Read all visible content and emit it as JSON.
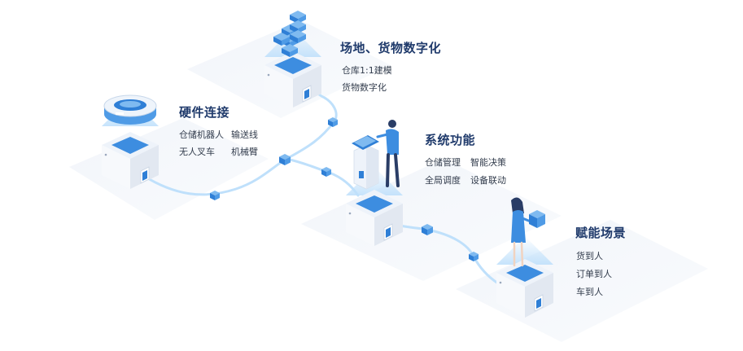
{
  "colors": {
    "accent": "#2f7fd6",
    "accent_light": "#5aa7ee",
    "title": "#1f3a6b",
    "text": "#333d4d",
    "box_top": "#eef3fa",
    "box_side": "#f7f9fc",
    "box_side_dark": "#e2e8f1",
    "platform": "#f3f6fb",
    "path": "#9cc8f0"
  },
  "sections": [
    {
      "id": "digitization",
      "title": "场地、货物数字化",
      "items": [
        "仓库1:1建模",
        "货物数字化"
      ],
      "icon": "server-stack-icon"
    },
    {
      "id": "hardware",
      "title": "硬件连接",
      "items": [
        "仓储机器人",
        "输送线",
        "无人叉车",
        "机械臂"
      ],
      "icon": "robot-icon"
    },
    {
      "id": "system",
      "title": "系统功能",
      "items": [
        "仓储管理",
        "智能决策",
        "全局调度",
        "设备联动"
      ],
      "icon": "operator-kiosk-icon"
    },
    {
      "id": "scenarios",
      "title": "赋能场景",
      "items": [
        "货到人",
        "订单到人",
        "车到人"
      ],
      "icon": "person-with-box-icon"
    }
  ]
}
